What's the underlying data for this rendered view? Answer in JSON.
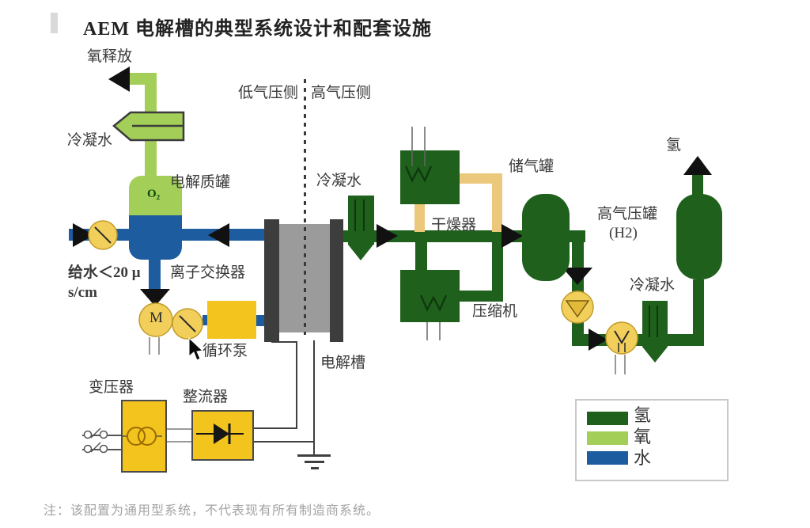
{
  "title": "AEM 电解槽的典型系统设计和配套设施",
  "note": "注：该配置为通用型系统，不代表现有所有制造商系统。",
  "labels": {
    "oxygen_release": "氧释放",
    "condensate_top": "冷凝水",
    "electrolyte_tank": "电解质罐",
    "o2": "O₂",
    "low_pressure_side": "低气压侧",
    "high_pressure_side": "高气压侧",
    "condensate_mid": "冷凝水",
    "feed_water_line1": "给水＜20 μ",
    "feed_water_line2": "s/cm",
    "ion_exchanger": "离子交换器",
    "motor": "M",
    "circulation_pump": "循环泵",
    "electrolyzer": "电解槽",
    "transformer": "变压器",
    "rectifier": "整流器",
    "dryer": "干燥器",
    "storage_tank": "储气罐",
    "compressor": "压缩机",
    "hp_tank_line1": "高气压罐",
    "hp_tank_line2": "(H2)",
    "hydrogen_out": "氢",
    "condensate_right": "冷凝水"
  },
  "legend": {
    "items": [
      {
        "label": "氢",
        "color": "#1F611C"
      },
      {
        "label": "氧",
        "color": "#A3CE58"
      },
      {
        "label": "水",
        "color": "#1C5C9F"
      }
    ]
  },
  "colors": {
    "hydrogen_pipe": "#1F611C",
    "oxygen_pipe": "#A3CE58",
    "water_pipe": "#1C5C9F",
    "equipment_yellow": "#F2C41D",
    "pump_yellow": "#F2CF5B",
    "regen_pipe_tan": "#ECC87D",
    "electrolyzer_plate": "#3d3d3d",
    "electrolyzer_core": "#9b9b9b"
  }
}
